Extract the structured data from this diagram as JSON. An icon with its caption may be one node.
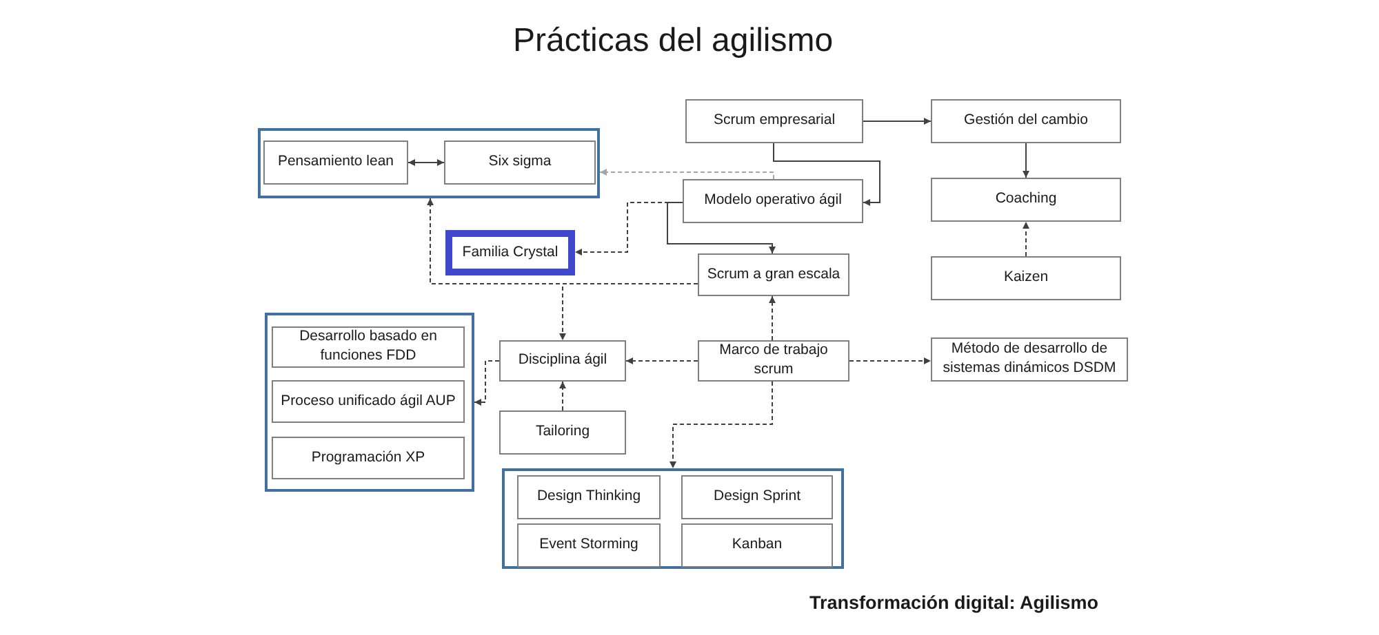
{
  "diagram": {
    "title": "Prácticas del agilismo",
    "caption": "Transformación digital: Agilismo",
    "nodes": [
      {
        "text": [],
        "shape": "box"
      },
      {
        "text": [
          "Pensamiento lean"
        ],
        "in": 0
      },
      {
        "text": [
          "Six sigma"
        ],
        "in": 0
      },
      {
        "text": [
          "Scrum empresarial"
        ]
      },
      {
        "text": [
          "Gestión del cambio"
        ]
      },
      {
        "text": [
          "Modelo operativo ágil"
        ]
      },
      {
        "text": [
          "Coaching"
        ]
      },
      {
        "text": [
          "Familia Crystal"
        ]
      },
      {
        "text": [
          "Scrum a gran escala"
        ]
      },
      {
        "text": [
          "Kaizen"
        ]
      },
      {
        "text": [],
        "shape": "box"
      },
      {
        "text": [
          "Desarrollo basado en funciones FDD"
        ],
        "in": 10
      },
      {
        "text": [
          "Proceso unificado ágil AUP"
        ],
        "in": 10
      },
      {
        "text": [
          "Programación XP"
        ],
        "in": 10
      },
      {
        "text": [
          "Disciplina ágil"
        ]
      },
      {
        "text": [
          "Marco de trabajo scrum"
        ]
      },
      {
        "text": [
          "Método de desarrollo de sistemas dinámicos DSDM"
        ]
      },
      {
        "text": [
          "Tailoring"
        ]
      },
      {
        "text": [],
        "shape": "box"
      },
      {
        "text": [
          "Design Thinking"
        ],
        "in": 18
      },
      {
        "text": [
          "Design Sprint"
        ],
        "in": 18
      },
      {
        "text": [
          "Event Storming"
        ],
        "in": 18
      },
      {
        "text": [
          "Kanban"
        ],
        "in": 18
      }
    ],
    "edges": [
      {
        "from": 1,
        "to": 2,
        "arrow": "both"
      },
      {
        "from": 3,
        "to": 4,
        "arrow": "to"
      },
      {
        "from": 3,
        "to": 5,
        "arrow": "to"
      },
      {
        "from": 5,
        "to": 0,
        "arrow": "to",
        "style": "dashed",
        "color": "#a6a6a6"
      },
      {
        "from": 4,
        "to": 6,
        "arrow": "to"
      },
      {
        "from": 5,
        "to": 7,
        "arrow": "to",
        "style": "dashed"
      },
      {
        "from": 5,
        "to": 8,
        "arrow": "to"
      },
      {
        "from": 9,
        "to": 6,
        "arrow": "to",
        "style": "dashed"
      },
      {
        "from": 8,
        "to": 0,
        "arrow": "to",
        "style": "dashed"
      },
      {
        "from": 8,
        "to": 14,
        "arrow": "to",
        "style": "dashed"
      },
      {
        "from": 15,
        "to": 8,
        "arrow": "to",
        "style": "dashed"
      },
      {
        "from": 15,
        "to": 14,
        "arrow": "to",
        "style": "dashed"
      },
      {
        "from": 15,
        "to": 16,
        "arrow": "to",
        "style": "dashed"
      },
      {
        "from": 14,
        "to": 10,
        "arrow": "to",
        "style": "dashed"
      },
      {
        "from": 17,
        "to": 14,
        "arrow": "to",
        "style": "dashed"
      },
      {
        "from": 15,
        "to": 18,
        "arrow": "to",
        "style": "dashed"
      }
    ]
  }
}
